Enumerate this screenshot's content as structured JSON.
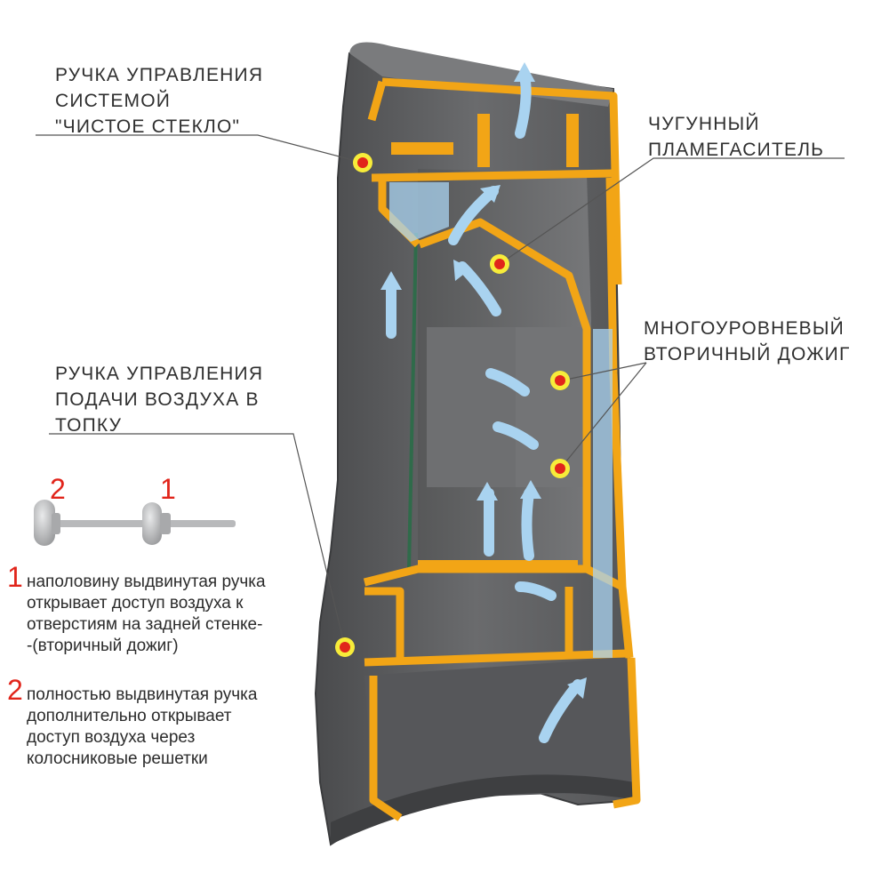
{
  "callouts": {
    "glass_control": [
      "РУЧКА УПРАВЛЕНИЯ",
      "СИСТЕМОЙ",
      "\"ЧИСТОЕ СТЕКЛО\""
    ],
    "flame_arrester": [
      "ЧУГУННЫЙ",
      "ПЛАМЕГАСИТЕЛЬ"
    ],
    "secondary_burn": [
      "МНОГОУРОВНЕВЫЙ",
      "ВТОРИЧНЫЙ ДОЖИГ"
    ],
    "air_control": [
      "РУЧКА УПРАВЛЕНИЯ",
      "ПОДАЧИ ВОЗДУХА В",
      "ТОПКУ"
    ]
  },
  "handle_positions": {
    "label_2": "2",
    "label_1": "1"
  },
  "notes": [
    {
      "num": "1",
      "lines": [
        "наполовину выдвинутая ручка",
        "открывает доступ воздуха к",
        "отверстиям на задней стенке-",
        "-(вторичный дожиг)"
      ]
    },
    {
      "num": "2",
      "lines": [
        "полностью выдвинутая ручка",
        "дополнительно открывает",
        "доступ воздуха через",
        "колосниковые решетки"
      ]
    }
  ],
  "colors": {
    "body": "#5f6062",
    "body_dark": "#48494b",
    "cut_section": "#f2a516",
    "airflow": "#a9d3f0",
    "marker": "#e1251b",
    "marker_ring": "#f7ec3a",
    "accent_text": "#e1251b"
  },
  "icons": [
    "marker-dot-icon",
    "airflow-arrow-icon",
    "handle-knob-icon"
  ]
}
